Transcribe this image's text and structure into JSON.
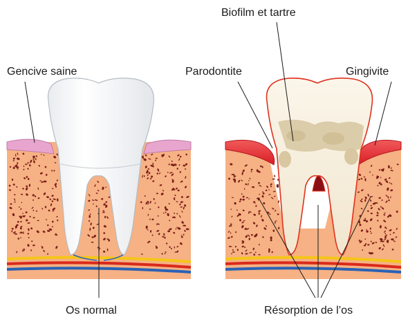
{
  "labels": {
    "healthy_gum": "Gencive saine",
    "normal_bone": "Os normal",
    "biofilm": "Biofilm et tartre",
    "periodontitis": "Parodontite",
    "gingivitis": "Gingivite",
    "bone_resorption": "Résorption de l’os"
  },
  "colors": {
    "bone": "#f6b184",
    "gum_healthy": "#e8a6cf",
    "gum_inflamed": "#e2232d",
    "tooth": "#ffffff",
    "tartar": "#d8c7a1",
    "bone_speckle": "#7b1e18",
    "artery": "#d92a1c",
    "vein": "#2a62b6",
    "nerve": "#f5c518"
  }
}
